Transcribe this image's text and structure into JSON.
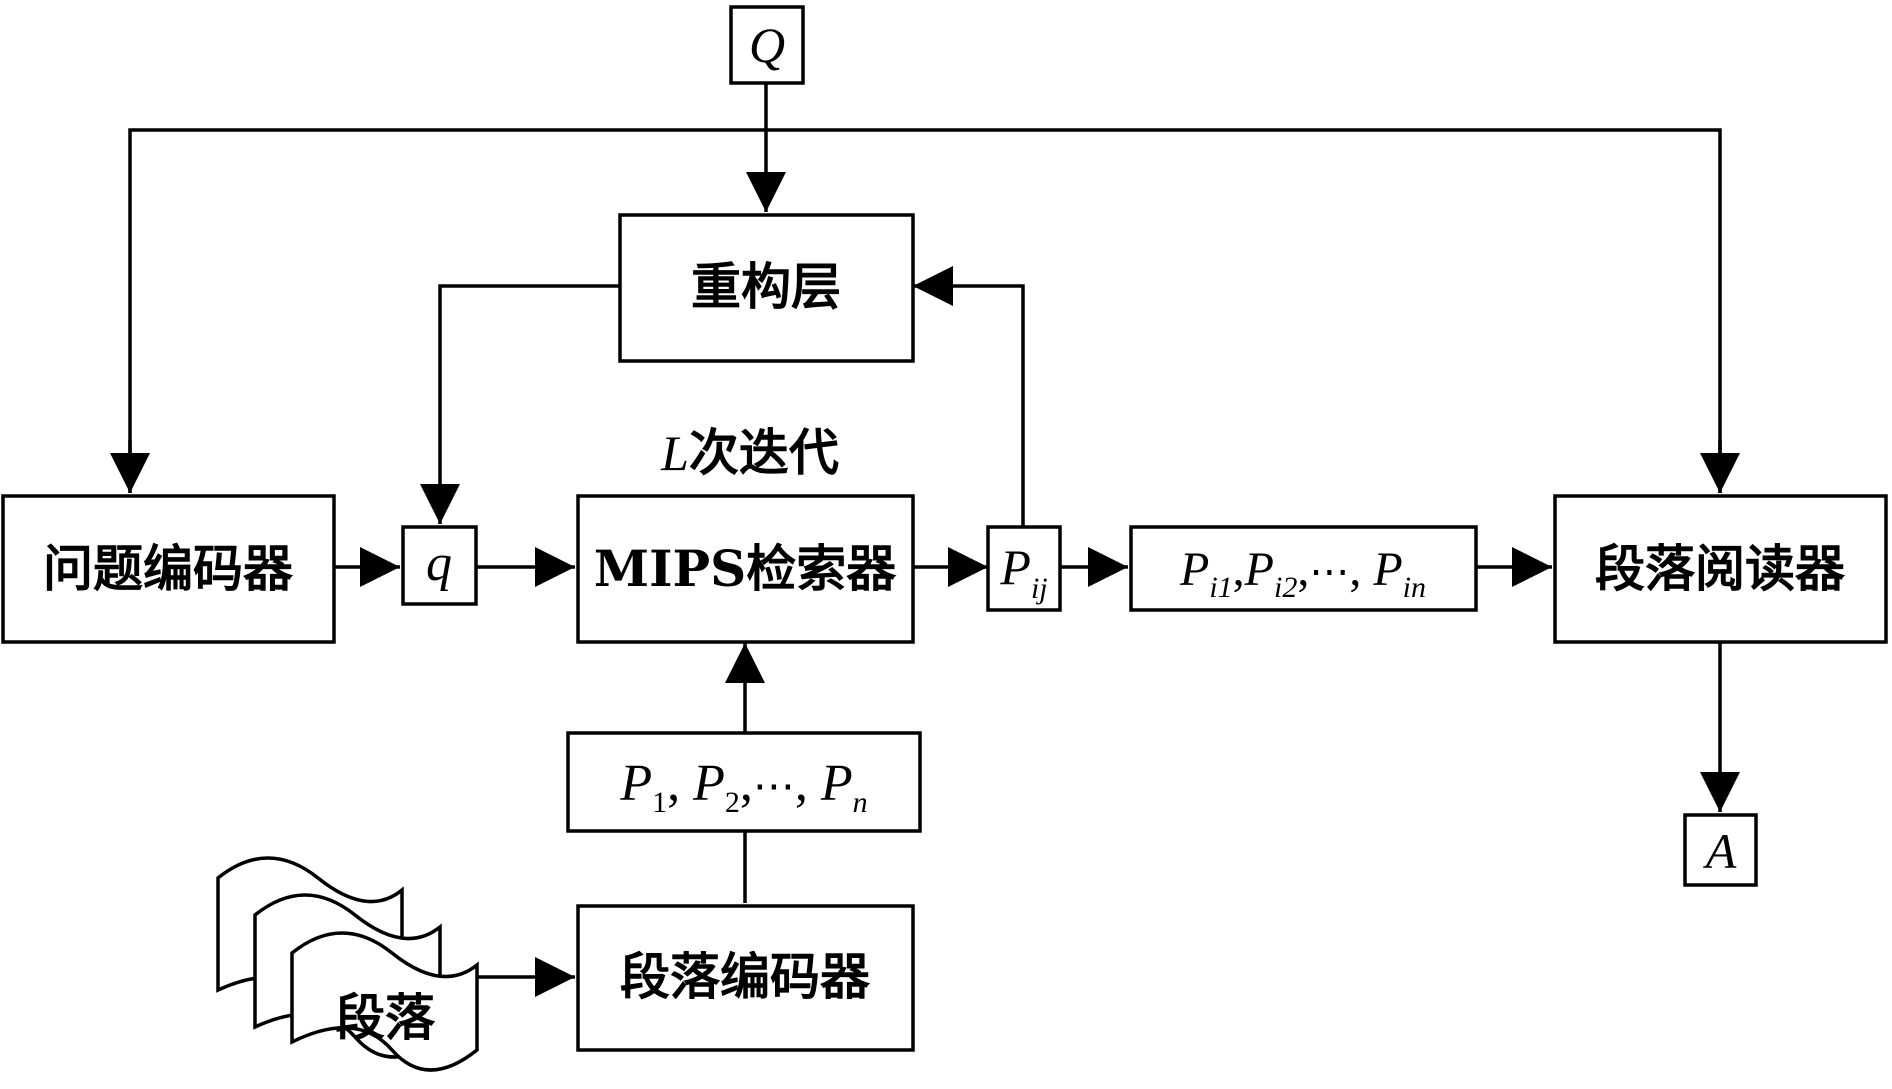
{
  "colors": {
    "stroke": "#000000",
    "background": "#ffffff"
  },
  "nodes": {
    "query": "Q",
    "reconstruction": "重构层",
    "iteration": "次迭代",
    "iteration_var": "L",
    "question_encoder": "问题编码器",
    "q_vector": "q",
    "retriever": "MIPS检索器",
    "retrieved": {
      "base": "P",
      "sub": "ij"
    },
    "candidates": [
      {
        "base": "P",
        "sub": "i1"
      },
      {
        "base": "P",
        "sub": "i2"
      },
      {
        "base": "P",
        "sub": "in"
      }
    ],
    "reader": "段落阅读器",
    "answer": "A",
    "passage_vectors": [
      {
        "base": "P",
        "sub": "1"
      },
      {
        "base": "P",
        "sub": "2"
      },
      {
        "base": "P",
        "sub": "n"
      }
    ],
    "ellipsis": "⋯",
    "passage_encoder": "段落编码器",
    "passages": "段落"
  }
}
